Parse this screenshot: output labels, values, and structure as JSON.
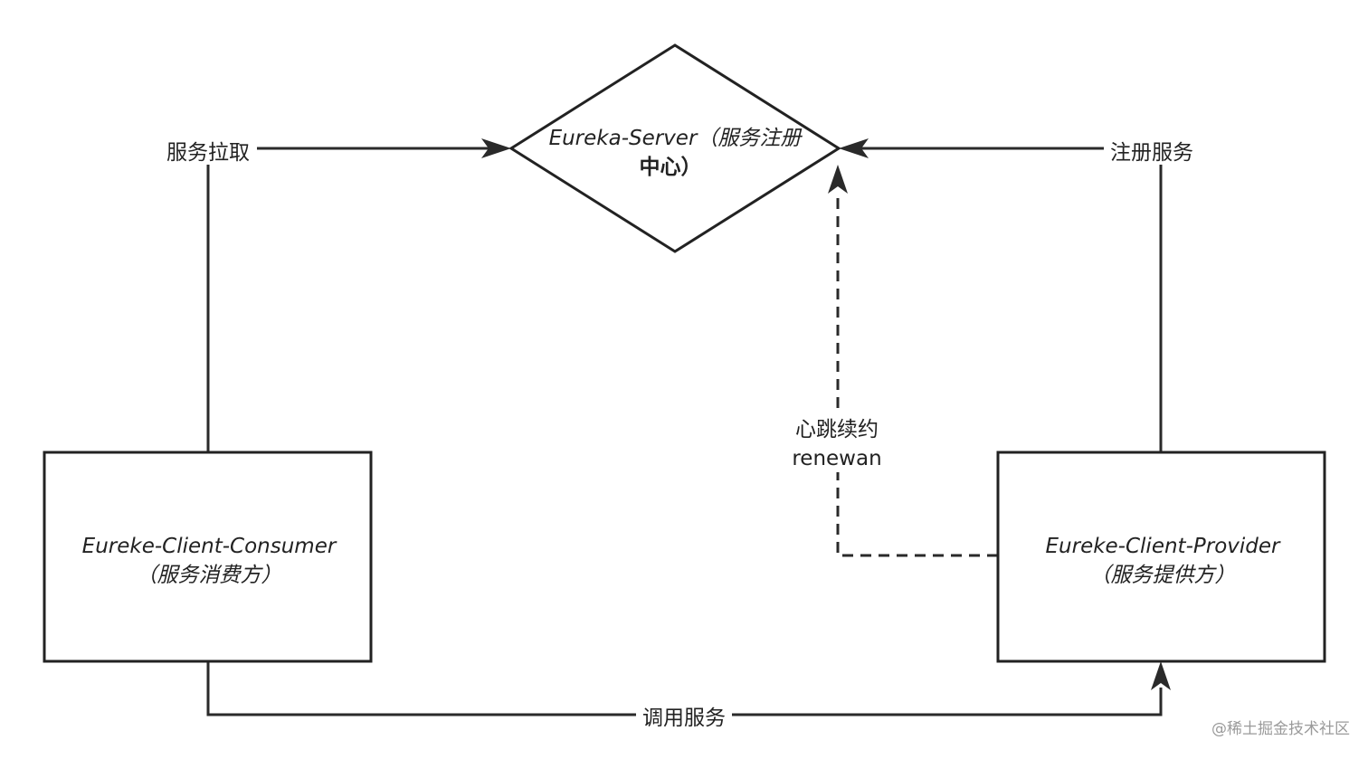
{
  "nodes": {
    "server": {
      "line1": "Eureka-Server（服务注册",
      "line2": "中心）"
    },
    "consumer": {
      "line1": "Eureke-Client-Consumer",
      "line2": "（服务消费方）"
    },
    "provider": {
      "line1": "Eureke-Client-Provider",
      "line2": "（服务提供方）"
    }
  },
  "edges": {
    "fetch": {
      "label": "服务拉取"
    },
    "register": {
      "label": "注册服务"
    },
    "renew": {
      "label_line1": "心跳续约",
      "label_line2": "renewan"
    },
    "invoke": {
      "label": "调用服务"
    }
  },
  "watermark": "@稀土掘金技术社区"
}
